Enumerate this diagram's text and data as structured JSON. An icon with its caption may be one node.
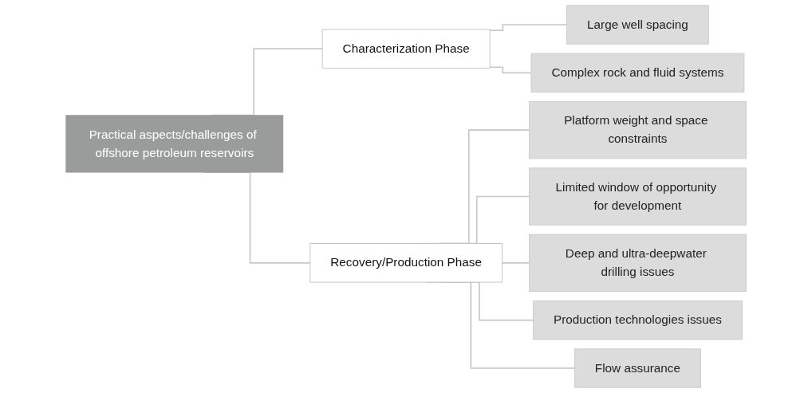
{
  "diagram": {
    "nodes": [
      {
        "text": [
          "Practical aspects/challenges of offshore petroleum reservoirs"
        ]
      },
      {
        "text": [
          "Characterization Phase"
        ]
      },
      {
        "text": [
          "Recovery/Production Phase"
        ]
      },
      {
        "text": [
          "Large well spacing"
        ]
      },
      {
        "text": [
          "Complex rock and fluid systems"
        ]
      },
      {
        "text": [
          "Platform weight and space constraints"
        ]
      },
      {
        "text": [
          "Limited window of opportunity for development"
        ]
      },
      {
        "text": [
          "Deep and ultra-deepwater drilling issues"
        ]
      },
      {
        "text": [
          "Production technologies issues"
        ]
      },
      {
        "text": [
          "Flow assurance"
        ]
      }
    ],
    "edges": [
      {
        "from": 0,
        "to": 1,
        "arrow": "none"
      },
      {
        "from": 0,
        "to": 2,
        "arrow": "none"
      },
      {
        "from": 1,
        "to": 3,
        "arrow": "none"
      },
      {
        "from": 1,
        "to": 4,
        "arrow": "none"
      },
      {
        "from": 2,
        "to": 5,
        "arrow": "none"
      },
      {
        "from": 2,
        "to": 6,
        "arrow": "none"
      },
      {
        "from": 2,
        "to": 7,
        "arrow": "none"
      },
      {
        "from": 2,
        "to": 8,
        "arrow": "none"
      },
      {
        "from": 2,
        "to": 9,
        "arrow": "none"
      }
    ]
  }
}
